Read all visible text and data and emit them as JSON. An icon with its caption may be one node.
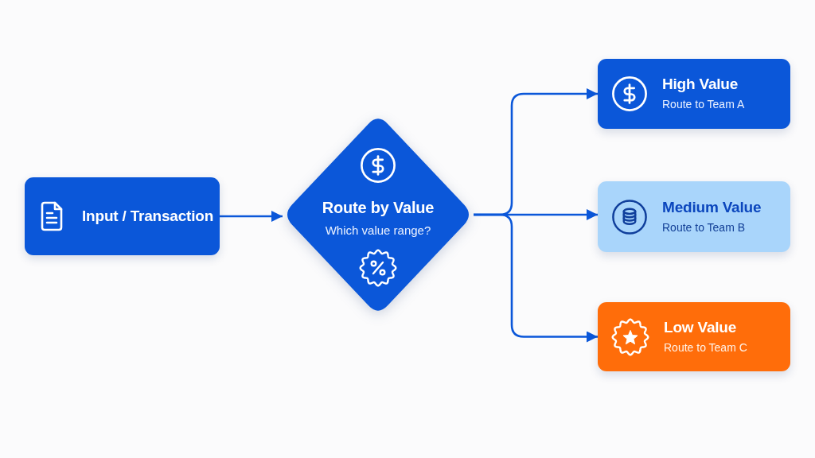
{
  "diagram": {
    "nodes": [
      {
        "text": [
          "Input / Transaction"
        ]
      },
      {
        "text": [
          "Route by Value",
          "Which value range?"
        ]
      },
      {
        "text": [
          "High Value",
          "Route to Team A"
        ]
      },
      {
        "text": [
          "Medium Value",
          "Route to Team B"
        ]
      },
      {
        "text": [
          "Low Value",
          "Route to Team C"
        ]
      }
    ],
    "edges": [
      {
        "from": 0,
        "to": 1,
        "arrow": "to"
      },
      {
        "from": 1,
        "to": 2,
        "arrow": "to"
      },
      {
        "from": 1,
        "to": 3,
        "arrow": "to"
      },
      {
        "from": 1,
        "to": 4,
        "arrow": "to"
      }
    ]
  }
}
